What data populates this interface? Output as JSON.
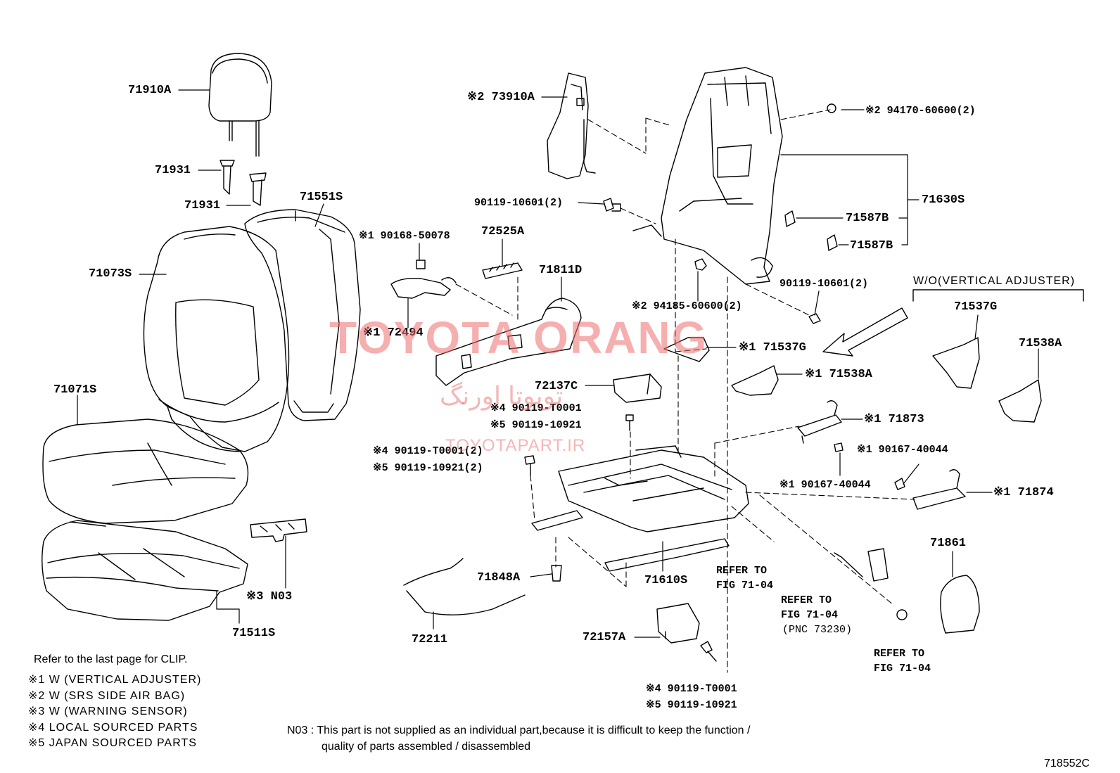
{
  "callouts": {
    "c71910a": "71910A",
    "c71931_top": "71931",
    "c71931_bot": "71931",
    "c71551s": "71551S",
    "c71073s": "71073S",
    "c71071s": "71071S",
    "c71511s": "71511S",
    "cn03": "※3 N03",
    "c73910a": "※2 73910A",
    "c90119_10601_a": "90119-10601(2)",
    "c90168_50078": "※1 90168-50078",
    "c72525a": "72525A",
    "c71811d": "71811D",
    "c72494": "※1 72494",
    "c72137c": "72137C",
    "c90119_t0001_a": "※4 90119-T0001",
    "c90119_10921_a": "※5 90119-10921",
    "c90119_t0001_b": "※4 90119-T0001(2)",
    "c90119_10921_b": "※5 90119-10921(2)",
    "c71848a": "71848A",
    "c72211": "72211",
    "c71610s": "71610S",
    "c72157a": "72157A",
    "c90119_t0001_c": "※4 90119-T0001",
    "c90119_10921_c": "※5 90119-10921",
    "c94170": "※2 94170-60600(2)",
    "c71630s": "71630S",
    "c71587b_a": "71587B",
    "c71587b_b": "71587B",
    "c94185": "※2 94185-60600(2)",
    "c90119_10601_b": "90119-10601(2)",
    "c71537g_a": "※1 71537G",
    "c71538a_a": "※1 71538A",
    "c71873": "※1 71873",
    "c90167_a": "※1 90167-40044",
    "c90167_b": "※1 90167-40044",
    "c71874": "※1 71874",
    "c71861": "71861",
    "wo_header": "W/O(VERTICAL ADJUSTER)",
    "c71537g_b": "71537G",
    "c71538a_b": "71538A",
    "refer1_a": "REFER TO",
    "refer1_b": "FIG 71-04",
    "refer2_a": "REFER TO",
    "refer2_b": "FIG 71-04",
    "refer2_c": "(PNC 73230)",
    "refer3_a": "REFER TO",
    "refer3_b": "FIG 71-04"
  },
  "legend": {
    "clip_note": "Refer to the last page for CLIP.",
    "items": [
      "※1  W (VERTICAL  ADJUSTER)",
      "※2  W (SRS  SIDE  AIR BAG)",
      "※3  W (WARNING  SENSOR)",
      "※4  LOCAL  SOURCED  PARTS",
      "※5  JAPAN  SOURCED  PARTS"
    ]
  },
  "footnote": {
    "line1": "N03 : This part is not supplied as an individual part,because it is difficult to keep the function /",
    "line2": "quality of parts assembled / disassembled"
  },
  "figure_id": "718552C",
  "watermark": {
    "main": "TOYOTA ORANG",
    "persian": "تویوتا اورنگ",
    "url": "TOYOTAPART.IR"
  }
}
